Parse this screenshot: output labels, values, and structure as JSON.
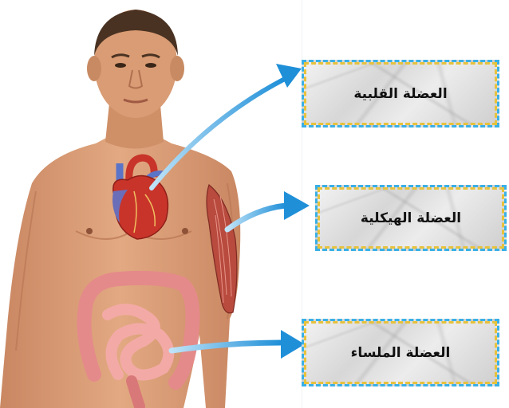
{
  "labels": {
    "cardiac": "العضلة القلبية",
    "skeletal": "العضلة الهيكلية",
    "smooth": "العضلة الملساء"
  },
  "colors": {
    "skin": "#d89a74",
    "skin_shadow": "#b87552",
    "hair": "#4a3222",
    "heart": "#c8342a",
    "heart_vessels_blue": "#5a74c8",
    "muscle": "#b84a3e",
    "intestine": "#ec9a9a",
    "arrow": "#2a9be0",
    "box_border_blue": "#3ab0e6",
    "box_border_yellow": "#e7c23c"
  }
}
